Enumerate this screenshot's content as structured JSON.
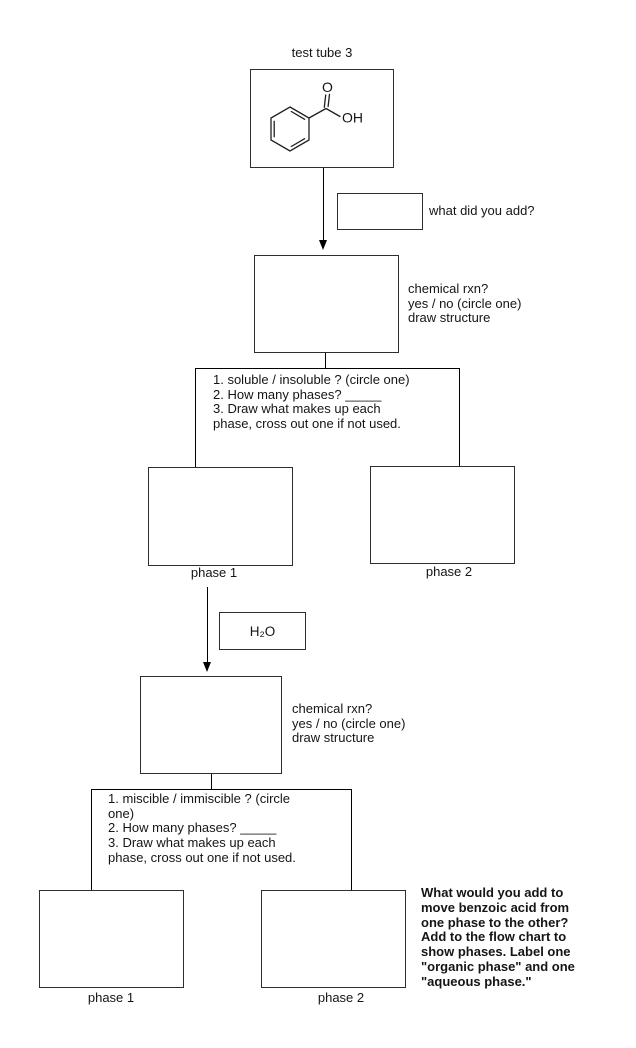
{
  "flowchart": {
    "title": "test tube 3",
    "molecule": {
      "name": "benzoic-acid",
      "o_label": "O",
      "oh_label": "OH"
    },
    "what_added": {
      "label": "what did you add?"
    },
    "step1": {
      "note": "chemical rxn?\nyes / no (circle one)\ndraw structure"
    },
    "solubility": {
      "instructions": "1. soluble / insoluble ? (circle one)\n2. How many phases? _____\n3. Draw what makes up each\nphase, cross out one if not used."
    },
    "row1": {
      "phase1_label": "phase 1",
      "phase2_label": "phase 2"
    },
    "reagent": {
      "label": "H₂O"
    },
    "step2": {
      "note": "chemical rxn?\nyes / no (circle one)\ndraw structure"
    },
    "miscibility": {
      "instructions": "1. miscible / immiscible ? (circle\none)\n2. How many phases? _____\n3. Draw what makes up each\nphase, cross out one if not used."
    },
    "row2": {
      "phase1_label": "phase 1",
      "phase2_label": "phase 2"
    },
    "final_question": "What would you add to\nmove benzoic acid from\none phase to the other?\nAdd to the flow chart to\nshow phases. Label one\n\"organic phase\" and one\n\"aqueous phase.\"",
    "colors": {
      "line": "#000000",
      "border": "#2e2e2e",
      "background": "#ffffff",
      "text": "#151515"
    }
  }
}
